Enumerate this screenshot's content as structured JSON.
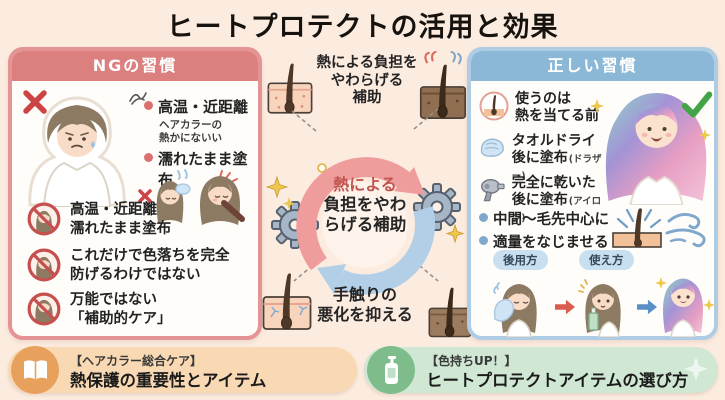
{
  "title": "ヒートプロテクトの活用と効果",
  "colors": {
    "background": "#fcebdf",
    "ng_accent": "#dc7f7f",
    "ok_accent": "#8cb8d8",
    "core_text_accent": "#c0544e",
    "cycle_pink": "#ef9c9c",
    "cycle_blue": "#b2cfe7",
    "footer_left_bar": "#f8d9b3",
    "footer_left_icon_bg": "#e8a15d",
    "footer_right_bar": "#cfe7d3",
    "footer_right_icon_bg": "#7fbc8c"
  },
  "icons": {
    "x_mark": "x-mark-icon (red cross)",
    "scribble": "stress-scribble-icon",
    "prohibition": "no-sign-icon (red circle slash)",
    "check": "check-mark-icon (green)",
    "follicle": "hair-follicle-illustration",
    "towel": "towel-icon",
    "dryer": "hair-dryer-icon",
    "wind": "wind-icon",
    "gear": "gear-icon",
    "sparkle": "sparkle-icon",
    "book": "open-book-icon",
    "bottle": "spray-bottle-icon"
  },
  "ng": {
    "header": "NGの習慣",
    "item1": "高温・近距離",
    "item1_sub": "ヘアカラーの\n熱かにないい",
    "item2": "濡れたまま塗布",
    "list": [
      {
        "l1": "高温・近距離",
        "l2": "濡れたまま塗布"
      },
      {
        "l1": "これだけで色落ちを完全",
        "l2": "防げるわけではない"
      },
      {
        "l1": "万能ではない",
        "l2": "「補助的ケア」"
      }
    ]
  },
  "center": {
    "top": "熱による負担を\nやわらげる\n補助",
    "core_accent": "熱による",
    "core_rest": "負担をやわ\nらげる補助",
    "bottom": "手触りの\n悪化を抑える"
  },
  "ok": {
    "header": "正しい習慣",
    "items": [
      {
        "l1": "使うのは",
        "l2": "熱を当てる前",
        "note": ""
      },
      {
        "l1": "タオルドライ",
        "l2": "後に塗布",
        "note": "(ドラザー)"
      },
      {
        "l1": "完全に乾いた",
        "l2": "後に塗布",
        "note": "(アイロン)"
      }
    ],
    "bullets": [
      "中間〜毛先中心に",
      "適量をなじませる"
    ],
    "steps": [
      "後用方",
      "使え方"
    ]
  },
  "footer": {
    "left_tag": "【ヘアカラー総合ケア】",
    "left_title": "熱保護の重要性とアイテム",
    "right_tag": "【色持ちUP！】",
    "right_title": "ヒートプロテクトアイテムの選び方"
  }
}
